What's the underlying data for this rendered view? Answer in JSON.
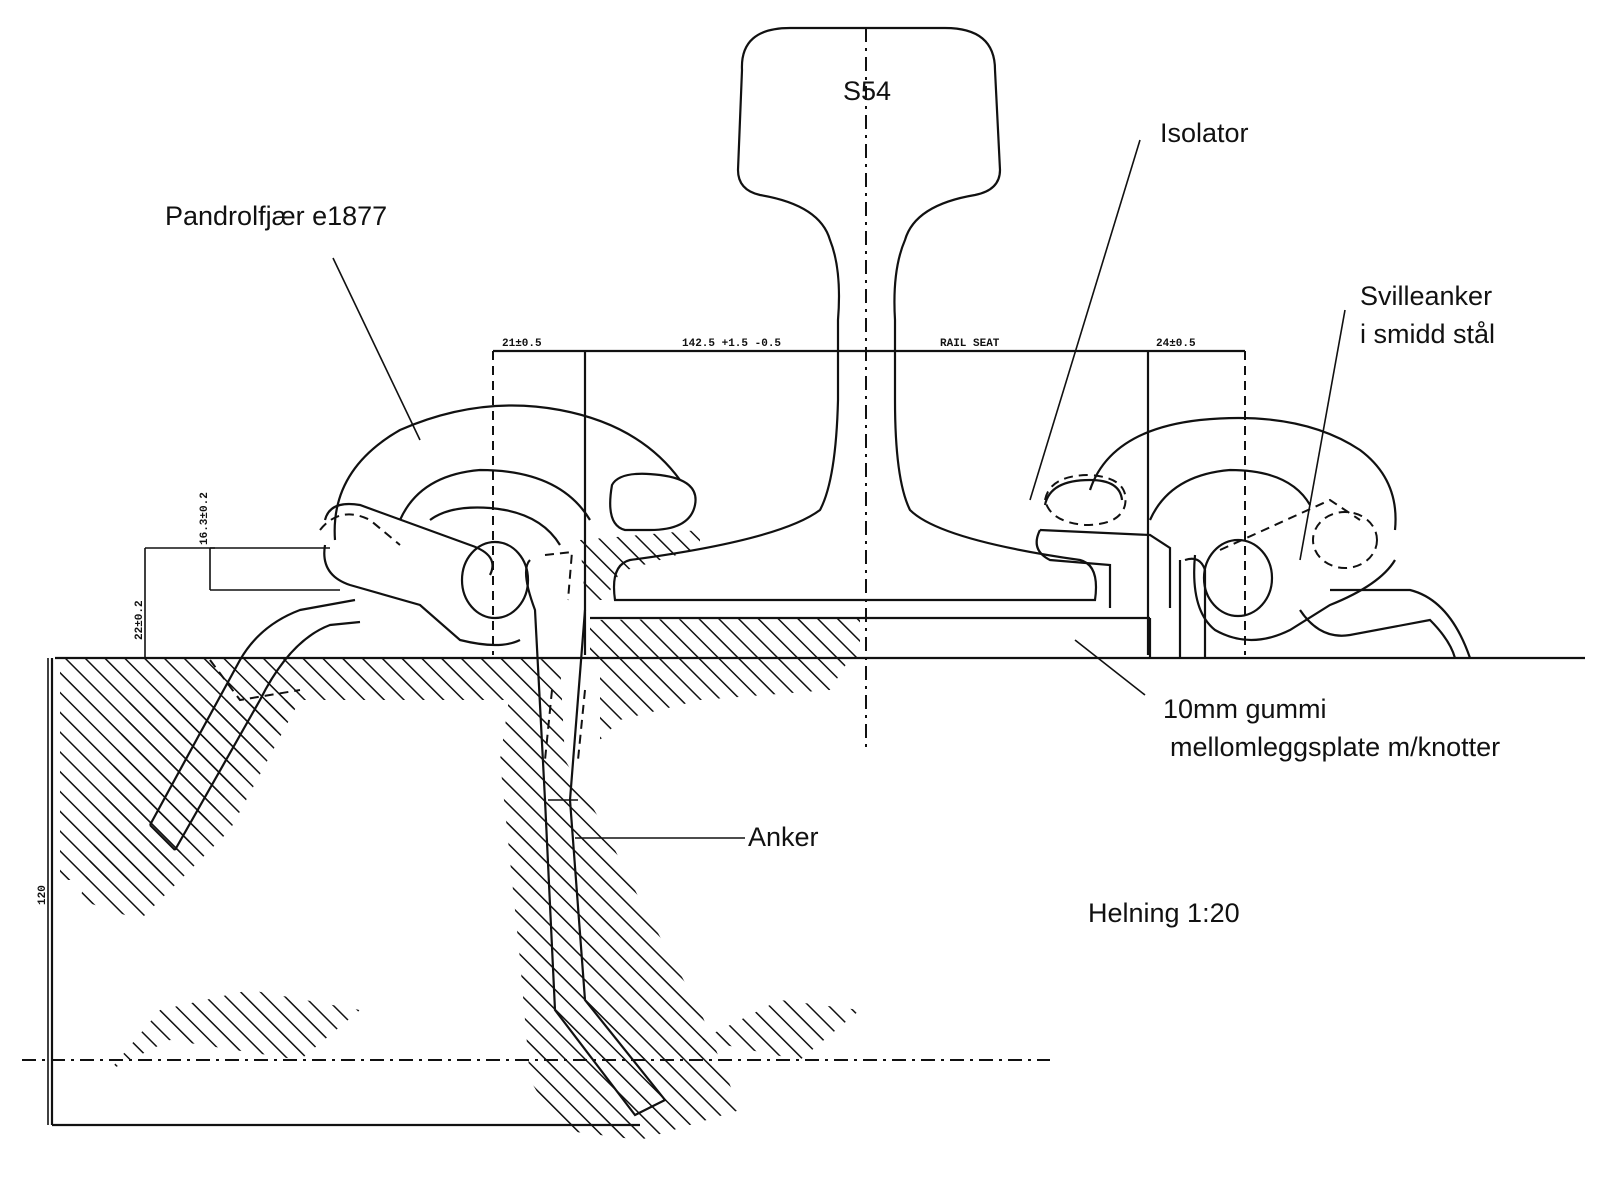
{
  "labels": {
    "rail": "S54",
    "isolator": "Isolator",
    "pandrol": "Pandrolfjær e1877",
    "svilleanker_1": "Svilleanker",
    "svilleanker_2": "i smidd stål",
    "gummi_1": "10mm gummi",
    "gummi_2": "mellomleggsplate m/knotter",
    "anker": "Anker",
    "helning": "Helning 1:20"
  },
  "dimensions": {
    "left_seat": "21±0.5",
    "rail_seat_tol": "142.5 +1.5 -0.5",
    "rail_seat": "RAIL SEAT",
    "right_seat": "24±0.5",
    "height_top": "16.3±0.2",
    "height_mid": "22±0.2",
    "depth": "120"
  }
}
